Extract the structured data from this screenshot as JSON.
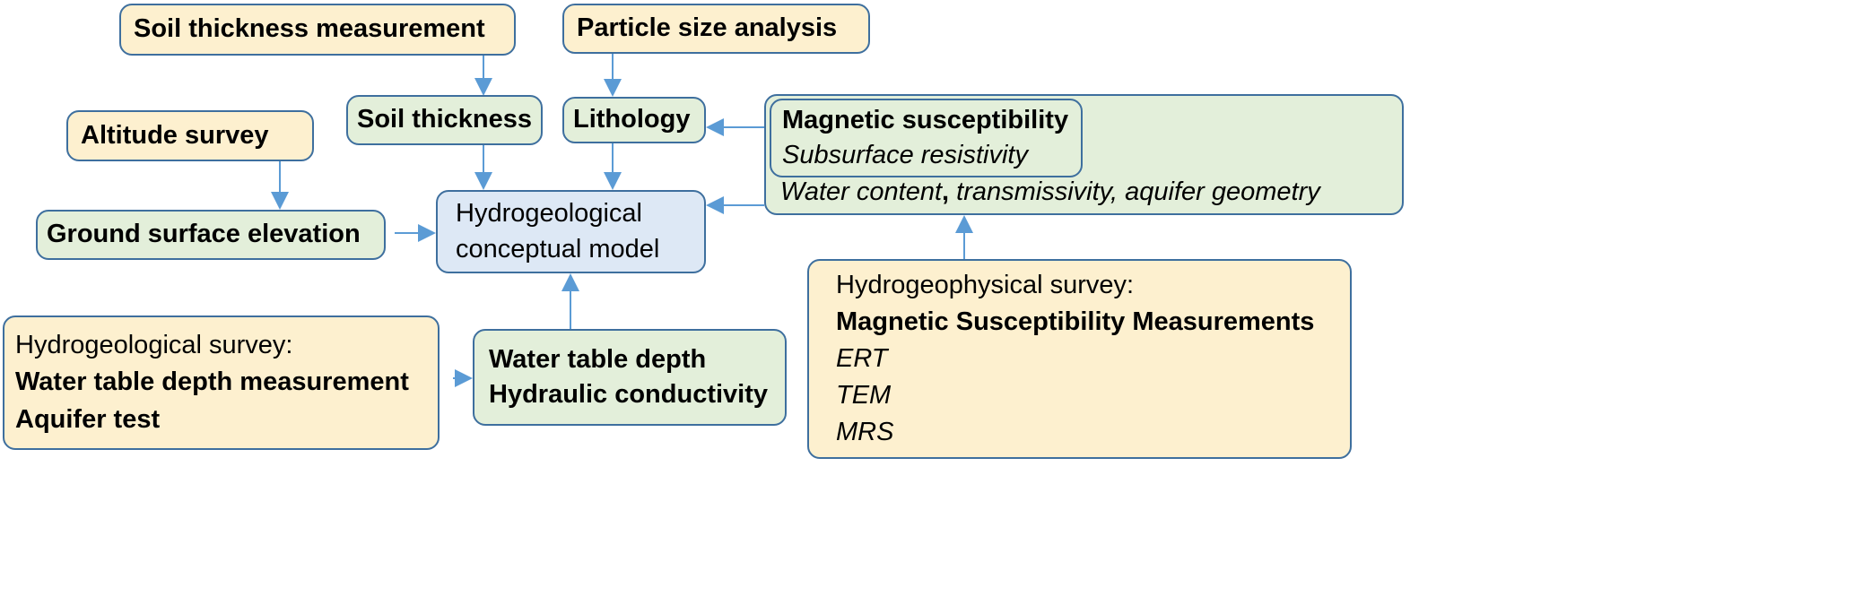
{
  "nodes": {
    "soil_thickness_measurement": "Soil thickness measurement",
    "particle_size_analysis": "Particle size analysis",
    "altitude_survey": "Altitude survey",
    "soil_thickness": "Soil thickness",
    "lithology": "Lithology",
    "ground_surface_elevation": "Ground surface elevation",
    "conceptual_model": [
      "Hydrogeological",
      "conceptual model"
    ],
    "magnetic_susceptibility": "Magnetic susceptibility",
    "subsurface_resistivity": "Subsurface resistivity",
    "water_content": "Water content",
    "water_content_sep": ",",
    "water_content_rest": " transmissivity, aquifer geometry",
    "hydrogeophysical": {
      "title": "Hydrogeophysical survey:",
      "items": [
        "Magnetic Susceptibility Measurements",
        "ERT",
        "TEM",
        "MRS"
      ]
    },
    "hydrogeological": {
      "title": "Hydrogeological survey:",
      "items": [
        "Water table depth measurement",
        "Aquifer test"
      ]
    },
    "water_table": [
      "Water table depth",
      "Hydraulic conductivity"
    ]
  },
  "colors": {
    "input": "#fdf0cf",
    "parameter": "#e3efda",
    "model": "#dde8f5",
    "border": "#3e6f9e",
    "arrow": "#5b9bd5"
  }
}
